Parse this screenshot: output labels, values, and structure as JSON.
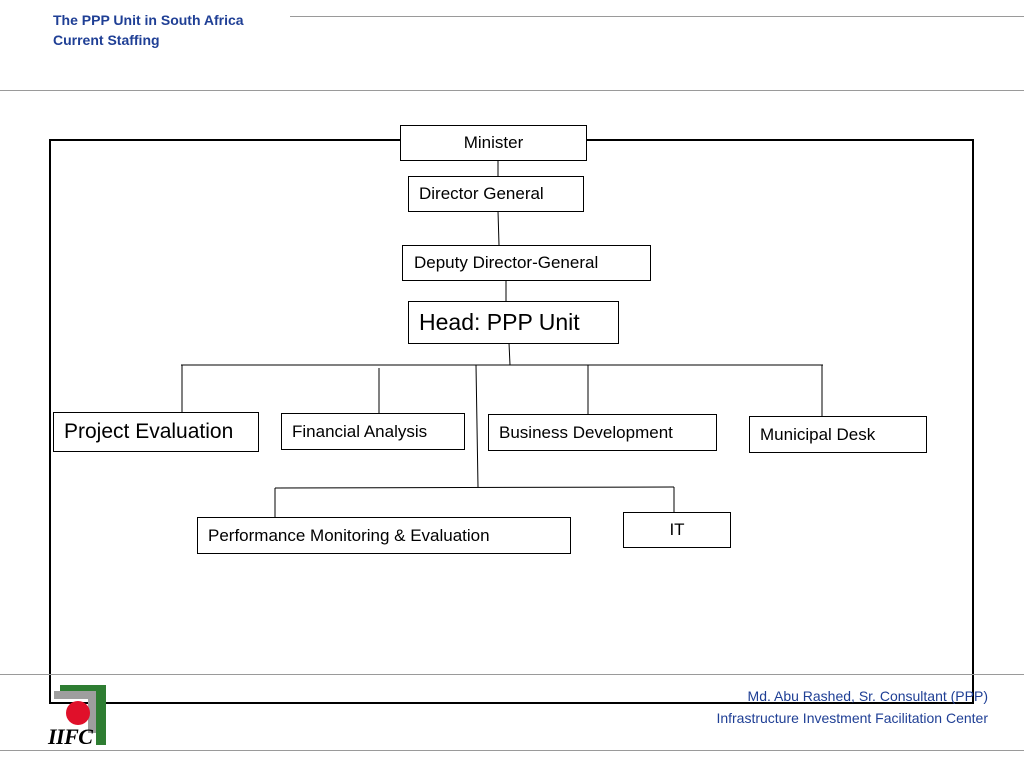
{
  "header": {
    "title_line1": "The PPP Unit in South Africa",
    "title_line2": "Current Staffing"
  },
  "org_chart": {
    "minister": "Minister",
    "director_general": "Director General",
    "deputy_director_general": "Deputy Director-General",
    "head_ppp_unit": "Head: PPP Unit",
    "project_evaluation": "Project Evaluation",
    "financial_analysis": "Financial Analysis",
    "business_development": "Business Development",
    "municipal_desk": "Municipal Desk",
    "performance_monitoring": "Performance Monitoring & Evaluation",
    "it": "IT"
  },
  "footer": {
    "author": "Md. Abu Rashed, Sr. Consultant (PPP)",
    "organization": "Infrastructure Investment Facilitation Center",
    "logo_text": "IIFC"
  },
  "colors": {
    "title": "#1f3f95",
    "footer_text": "#1f3f95",
    "logo_red": "#e0102a",
    "logo_green": "#2e7d32"
  }
}
